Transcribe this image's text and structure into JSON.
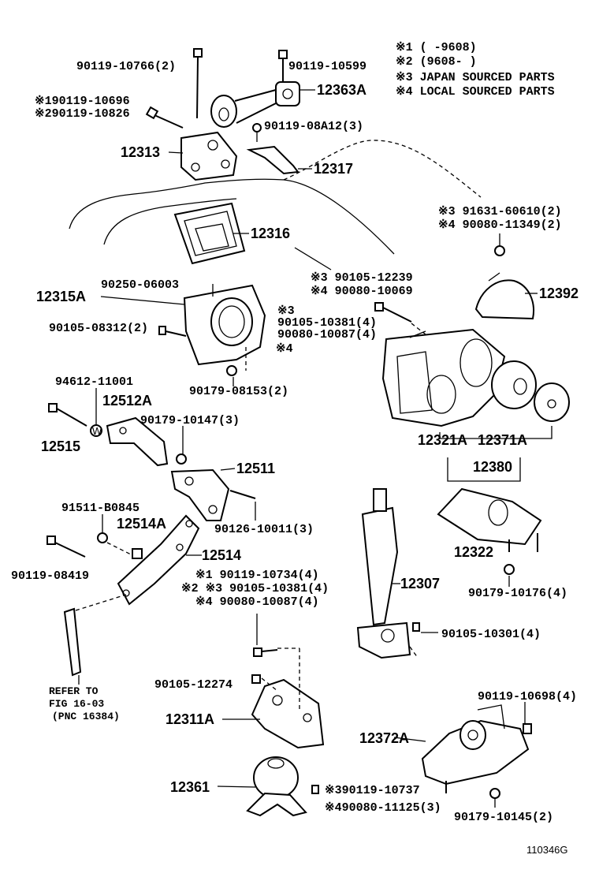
{
  "notes": {
    "n1": "※1 (      -9608)",
    "n2": "※2 (9608-       )",
    "n3": "※3 JAPAN SOURCED PARTS",
    "n4": "※4 LOCAL SOURCED PARTS"
  },
  "labels": {
    "l01": "90119-10766(2)",
    "l02": "90119-10599",
    "l03": "12363A",
    "l04": "※190119-10696",
    "l05": "※290119-10826",
    "l06": "90119-08A12(3)",
    "l07": "12313",
    "l08": "12317",
    "l09": "※3 91631-60610(2)",
    "l10": "※4 90080-11349(2)",
    "l11": "12316",
    "l12": "※3  90105-12239",
    "l13": "※4  90080-10069",
    "l14": "90250-06003",
    "l15": "12315A",
    "l16": "12392",
    "l17": "※3",
    "l18": "90105-10381(4)",
    "l19": "90080-10087(4)",
    "l20": "90105-08312(2)",
    "l21": "※4",
    "l22": "90179-08153(2)",
    "l23": "94612-11001",
    "l24": "12512A",
    "l25": "90179-10147(3)",
    "l26": "12515",
    "l27": "12321A",
    "l28": "12371A",
    "l29": "12380",
    "l30": "12511",
    "l31": "91511-B0845",
    "l32": "12514A",
    "l33": "90126-10011(3)",
    "l34": "12322",
    "l35": "12514",
    "l36": "90119-08419",
    "l37": "※1 90119-10734(4)",
    "l38": "※2 ※3 90105-10381(4)",
    "l39": "※4 90080-10087(4)",
    "l40": "12307",
    "l41": "90179-10176(4)",
    "l42": "90105-10301(4)",
    "l43": "REFER TO",
    "l44": "FIG 16-03",
    "l45": "(PNC 16384)",
    "l46": "90105-12274",
    "l47": "90119-10698(4)",
    "l48": "12311A",
    "l49": "12372A",
    "l50": "12361",
    "l51": "※390119-10737",
    "l52": "※490080-11125(3)",
    "l53": "90179-10145(2)",
    "l54": "110346G"
  }
}
